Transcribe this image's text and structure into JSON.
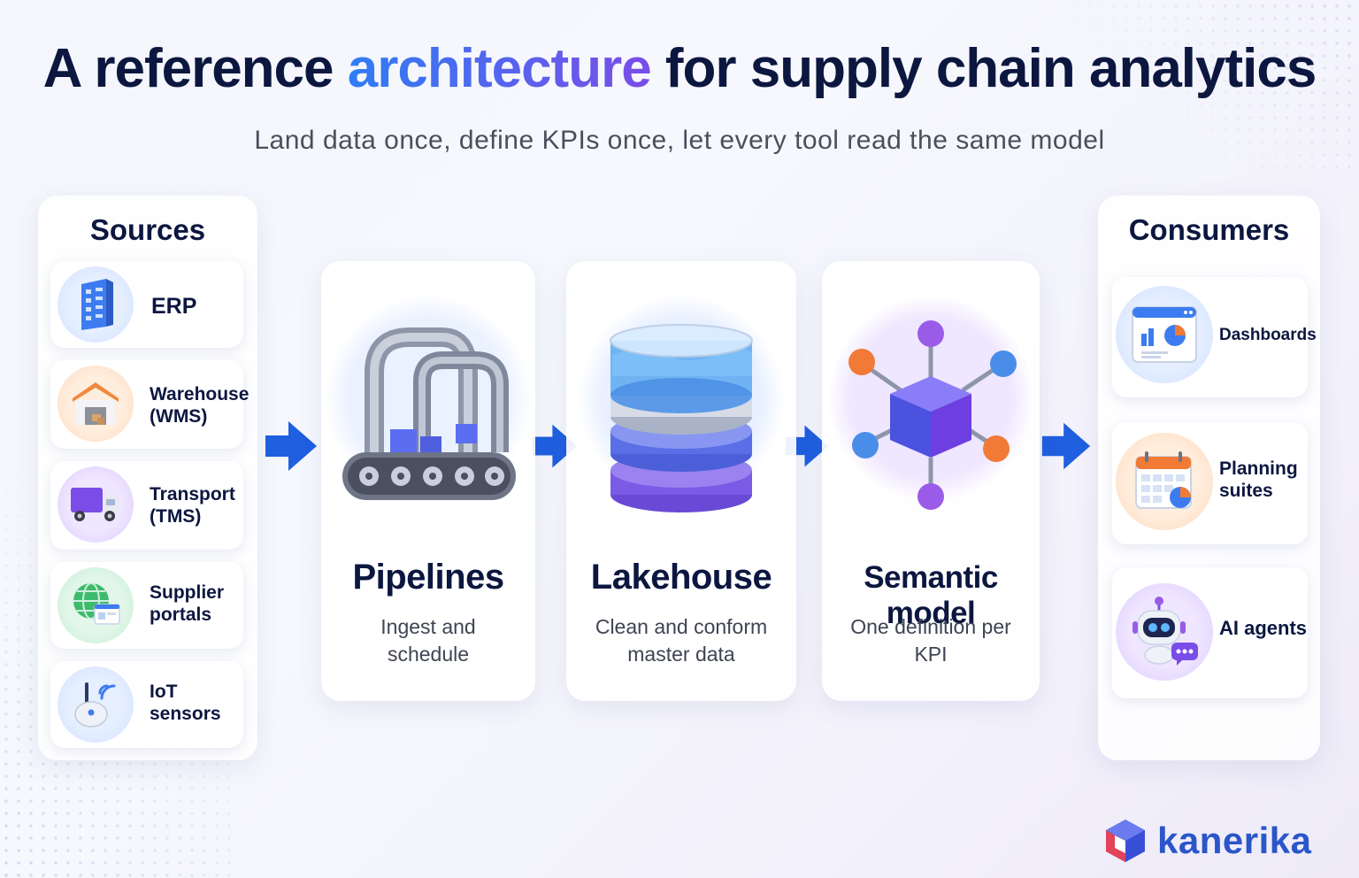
{
  "header": {
    "title_prefix": "A reference ",
    "title_accent": "architecture",
    "title_suffix": " for supply chain analytics",
    "subtitle": "Land data once, define KPIs once, let every tool read the same model"
  },
  "sources": {
    "title": "Sources",
    "items": [
      {
        "label_line1": "ERP",
        "label_line2": "",
        "icon": "building-icon"
      },
      {
        "label_line1": "Warehouse",
        "label_line2": "(WMS)",
        "icon": "warehouse-icon"
      },
      {
        "label_line1": "Transport",
        "label_line2": "(TMS)",
        "icon": "truck-icon"
      },
      {
        "label_line1": "Supplier",
        "label_line2": "portals",
        "icon": "globe-icon"
      },
      {
        "label_line1": "IoT",
        "label_line2": "sensors",
        "icon": "sensor-icon"
      }
    ]
  },
  "stages": [
    {
      "title": "Pipelines",
      "subtitle_line1": "Ingest and schedule",
      "subtitle_line2": "",
      "icon": "pipeline-icon"
    },
    {
      "title": "Lakehouse",
      "subtitle_line1": "Clean and conform",
      "subtitle_line2": "master data",
      "icon": "database-icon"
    },
    {
      "title": "Semantic model",
      "subtitle_line1": "One definition per KPI",
      "subtitle_line2": "",
      "icon": "cube-icon"
    }
  ],
  "consumers": {
    "title": "Consumers",
    "items": [
      {
        "label_line1": "Dashboards",
        "label_line2": "",
        "icon": "dashboard-icon"
      },
      {
        "label_line1": "Planning",
        "label_line2": "suites",
        "icon": "calendar-icon"
      },
      {
        "label_line1": "AI agents",
        "label_line2": "",
        "icon": "robot-icon"
      }
    ]
  },
  "brand": {
    "name": "kanerika"
  },
  "colors": {
    "accent_blue": "#1f5fe0",
    "navy": "#0c1740",
    "purple": "#7a4de8"
  }
}
